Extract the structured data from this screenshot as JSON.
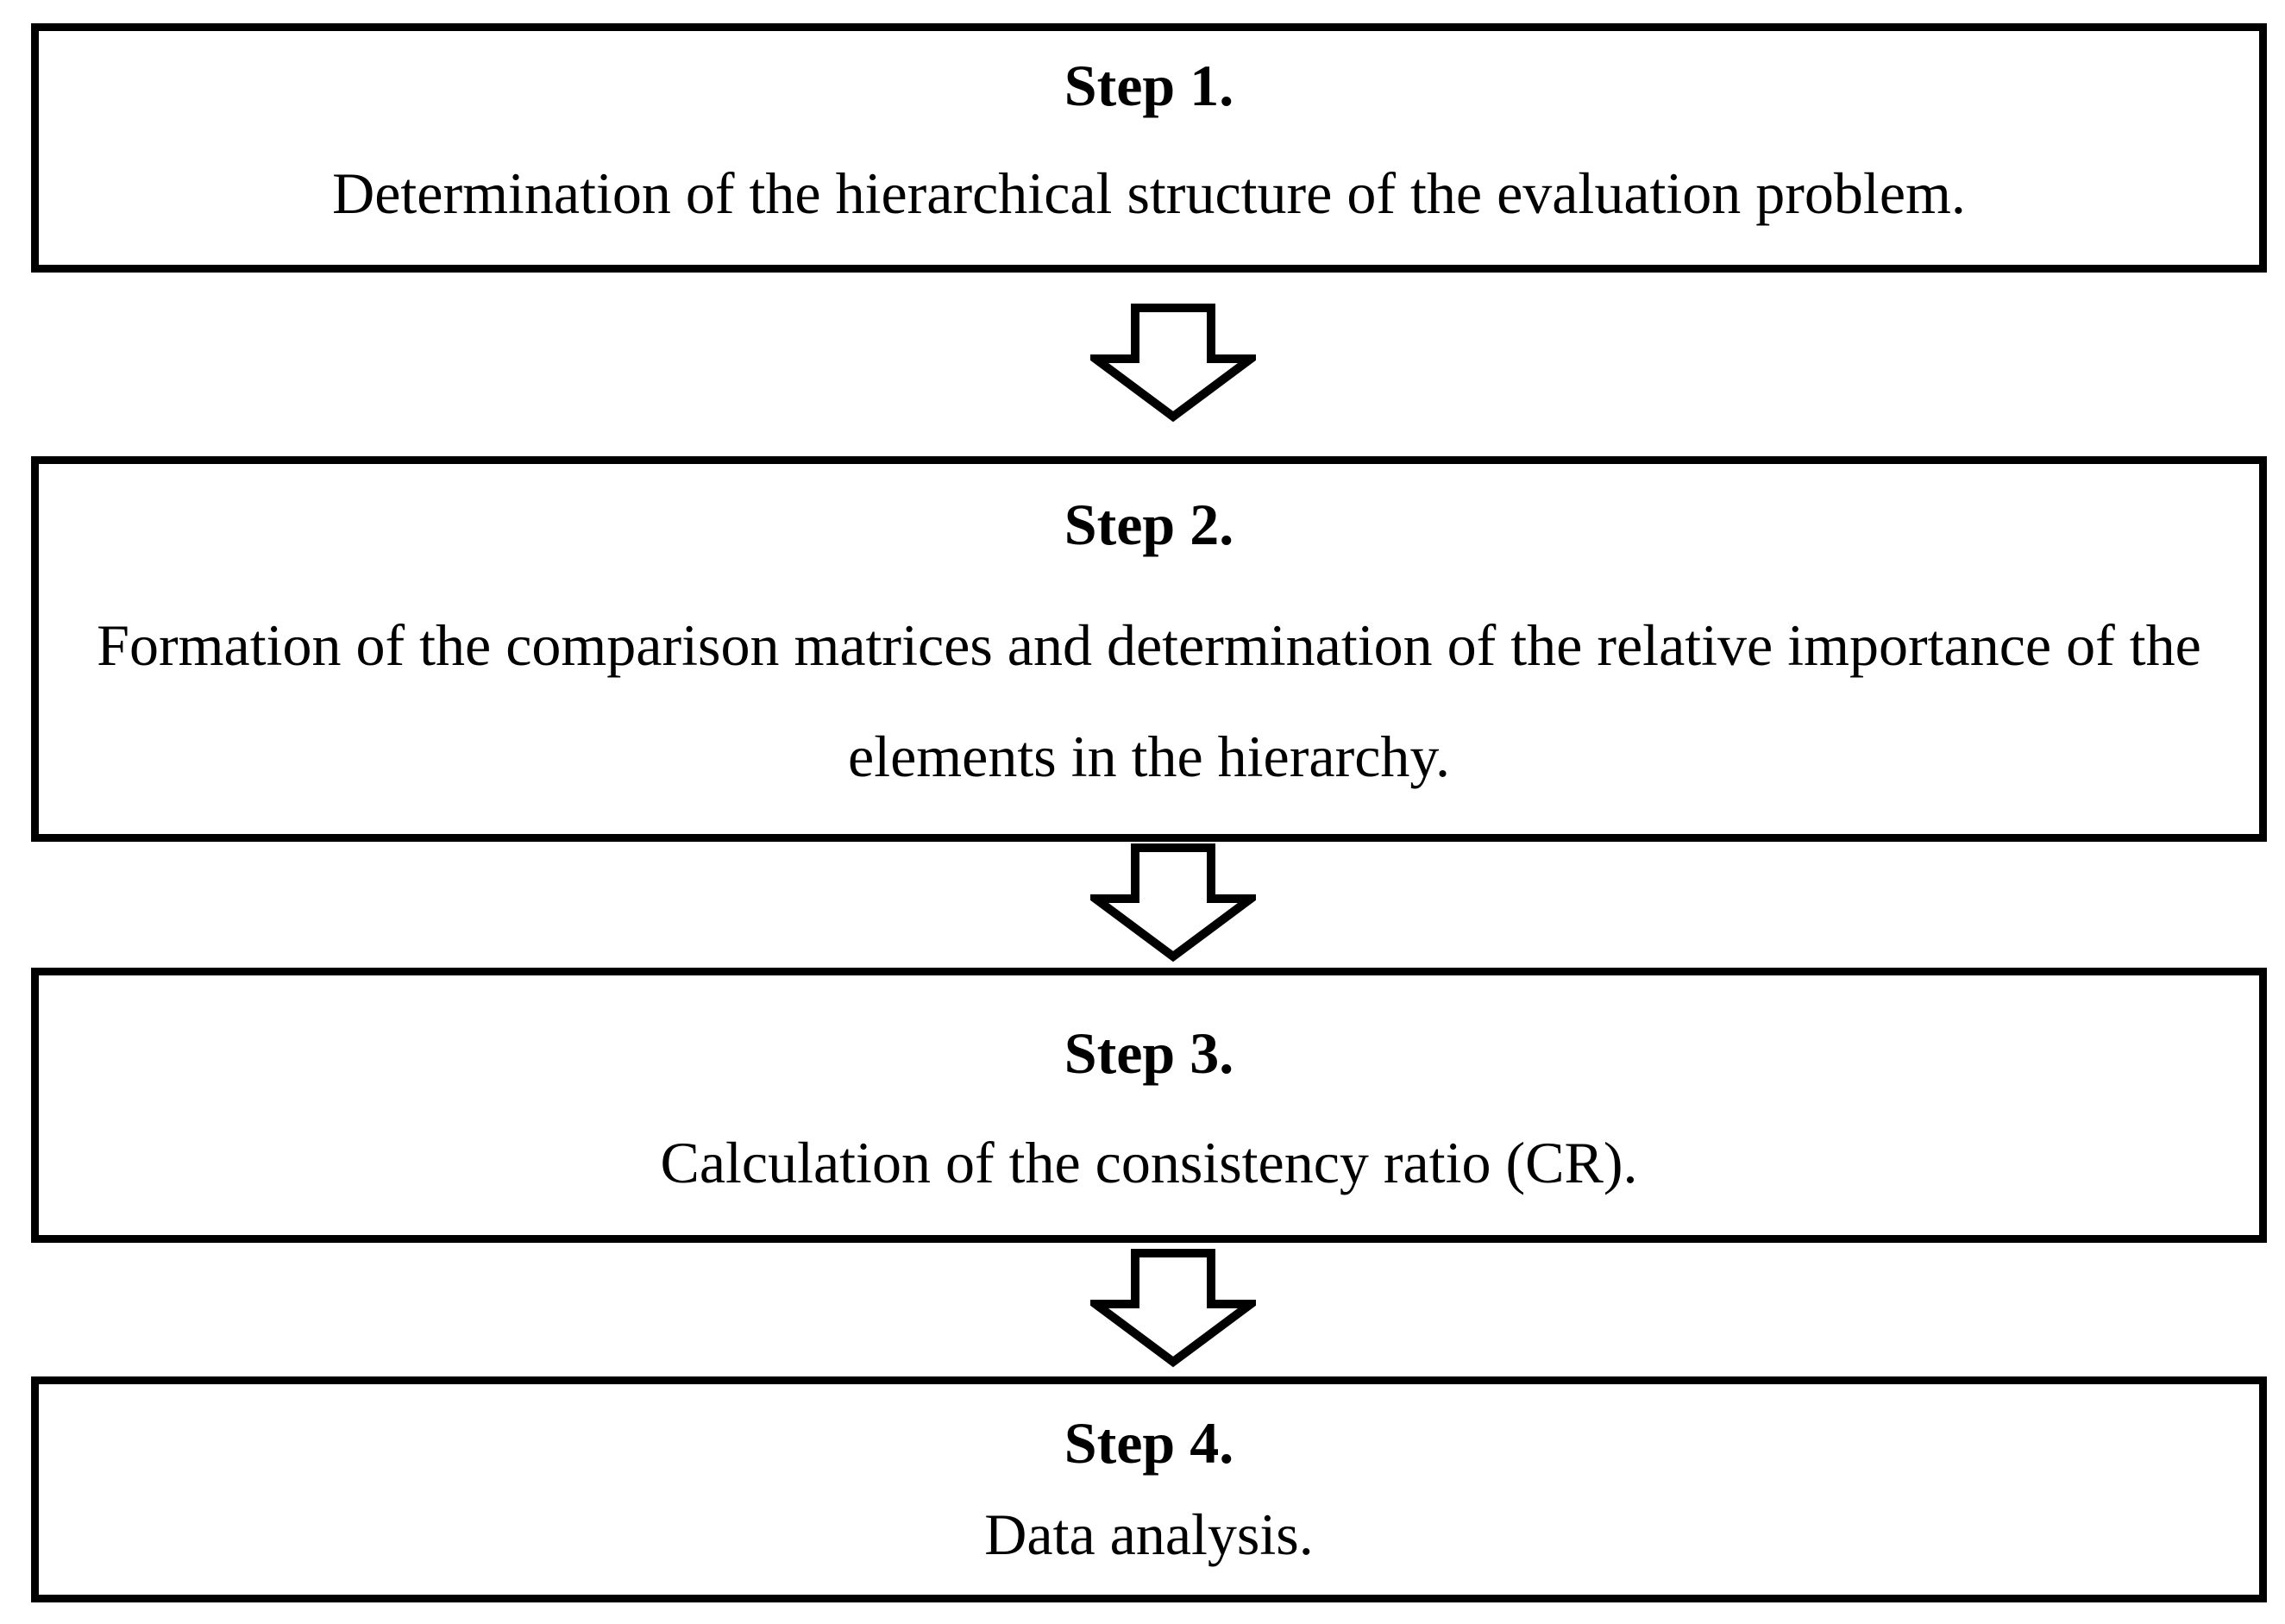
{
  "figure": {
    "type": "flowchart",
    "background_color": "#ffffff",
    "border_color": "#000000",
    "text_color": "#000000",
    "connector_style": "hollow-down-block-arrow",
    "steps": [
      {
        "label": "Step 1.",
        "description": "Determination of the hierarchical structure of the evaluation problem."
      },
      {
        "label": "Step 2.",
        "description": "Formation of the comparison matrices and determination of the relative importance of the elements in the hierarchy."
      },
      {
        "label": "Step 3.",
        "description": "Calculation of the consistency ratio (CR)."
      },
      {
        "label": "Step 4.",
        "description": "Data analysis."
      }
    ]
  }
}
